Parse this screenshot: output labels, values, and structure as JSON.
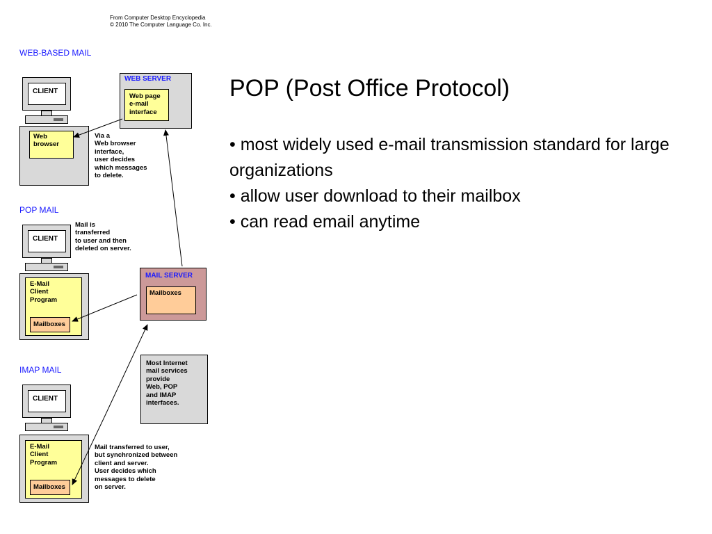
{
  "credit": {
    "line1": "From Computer Desktop Encyclopedia",
    "line2": "© 2010 The Computer Language Co. Inc."
  },
  "diagram": {
    "web_section": {
      "title": "WEB-BASED MAIL",
      "client_label": "CLIENT",
      "browser_label": "Web\nbrowser",
      "note": "Via a\nWeb browser\ninterface,\nuser decides\nwhich messages\nto delete."
    },
    "web_server": {
      "title": "WEB SERVER",
      "inner": "Web page\ne-mail\ninterface"
    },
    "pop_section": {
      "title": "POP MAIL",
      "client_label": "CLIENT",
      "note": "Mail is\ntransferred\nto user and then\ndeleted on server.",
      "program_label": "E-Mail\nClient\nProgram",
      "mailboxes_label": "Mailboxes"
    },
    "mail_server": {
      "title": "MAIL SERVER",
      "inner": "Mailboxes"
    },
    "imap_section": {
      "title": "IMAP MAIL",
      "client_label": "CLIENT",
      "program_label": "E-Mail\nClient\nProgram",
      "mailboxes_label": "Mailboxes",
      "note": "Mail transferred to user,\nbut synchronized between\nclient and server.\nUser decides which\nmessages to delete\non server."
    },
    "info_box": "Most Internet\nmail services\nprovide\nWeb, POP\nand IMAP\ninterfaces."
  },
  "slide": {
    "title": "POP (Post Office Protocol)",
    "bullets": [
      "• most widely used e-mail transmission standard for large organizations",
      "• allow user download to their mailbox",
      "• can read email anytime"
    ]
  },
  "colors": {
    "section_title": "#1a1aff",
    "yellow_box": "#ffff99",
    "orange_box": "#ffcc99",
    "mail_server_bg": "#cc9999",
    "gray_box": "#d9d9d9"
  }
}
